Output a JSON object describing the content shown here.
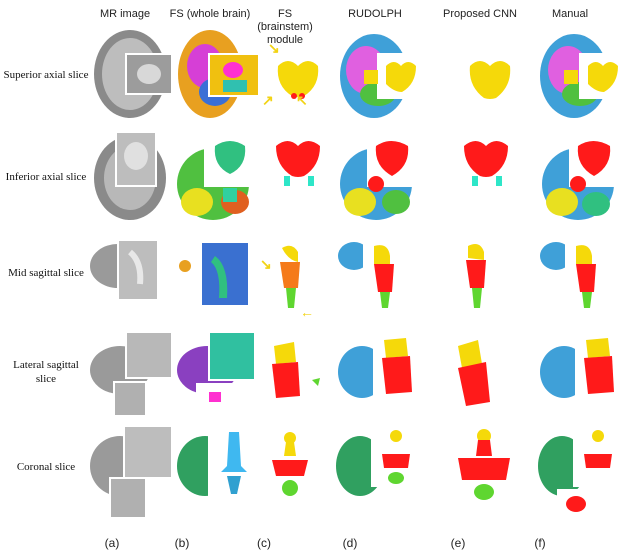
{
  "columns": {
    "mr": "MR image",
    "fs_whole": "FS (whole brain)",
    "fs_brainstem": "FS (brainstem) module",
    "rudolph": "RUDOLPH",
    "cnn": "Proposed CNN",
    "manual": "Manual"
  },
  "rows": {
    "r1": "Superior axial slice",
    "r2": "Inferior axial slice",
    "r3": "Mid sagittal slice",
    "r4": "Lateral sagittal slice",
    "r5": "Coronal slice"
  },
  "letters": {
    "a": "(a)",
    "b": "(b)",
    "c": "(c)",
    "d": "(d)",
    "e": "(e)",
    "f": "(f)"
  },
  "colors": {
    "midbrain": "#f5d90a",
    "pons": "#ff1a1a",
    "medulla": "#5fd630",
    "scp": "#2ee6c8",
    "gray": "#9a9a9a"
  }
}
